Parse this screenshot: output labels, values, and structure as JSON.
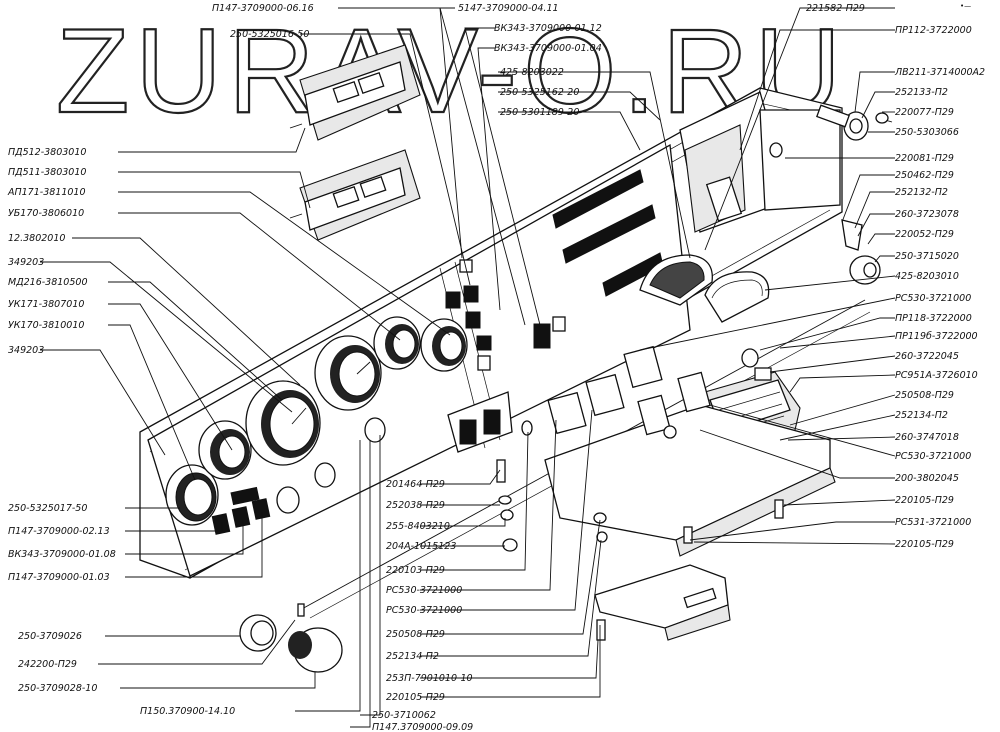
{
  "watermark": "ZURAV-O.RU",
  "corner_mark": "•—",
  "labels_left": [
    "ПД512-3803010",
    "ПД511-3803010",
    "АП171-3811010",
    "УБ170-3806010",
    "12.3802010",
    "349203",
    "МД216-3810500",
    "УК171-3807010",
    "УК170-3810010",
    "349203",
    "250-5325017-50",
    "П147-3709000-02.13",
    "ВК343-3709000-01.08",
    "П147-3709000-01.03"
  ],
  "labels_bottom_left": [
    "250-3709026",
    "242200-П29",
    "250-3709028-10",
    "П150.370900-14.10"
  ],
  "labels_top": [
    "П147-3709000-06.16",
    "250-5325016-50",
    "5147-3709000-04.11",
    "ВК343-3709000-01.12",
    "ВК343-3709000-01.04",
    "425-8203022",
    "250-5325162-20",
    "250-5301189-20"
  ],
  "labels_center": [
    "201464-П29",
    "252038-П29",
    "255-8403210",
    "204А-1015123",
    "220103-П29",
    "РС530-3721000",
    "РС530-3721000",
    "250508-П29",
    "252134-П2",
    "253П-7901010-10",
    "220105-П29",
    "250-3710062",
    "П147.3709000-09.09"
  ],
  "labels_right": [
    "221582-П29",
    "ПР112-3722000",
    "ЛВ211-3714000А2",
    "252133-П2",
    "220077-П29",
    "250-5303066",
    "220081-П29",
    "250462-П29",
    "252132-П2",
    "260-3723078",
    "220052-П29",
    "250-3715020",
    "425-8203010",
    "РС530-3721000",
    "ПР118-3722000",
    "ПР119б-3722000",
    "260-3722045",
    "РС951А-3726010",
    "250508-П29",
    "252134-П2",
    "260-3747018",
    "РС530-3721000",
    "200-3802045",
    "220105-П29",
    "РС531-3721000",
    "220105-П29"
  ]
}
